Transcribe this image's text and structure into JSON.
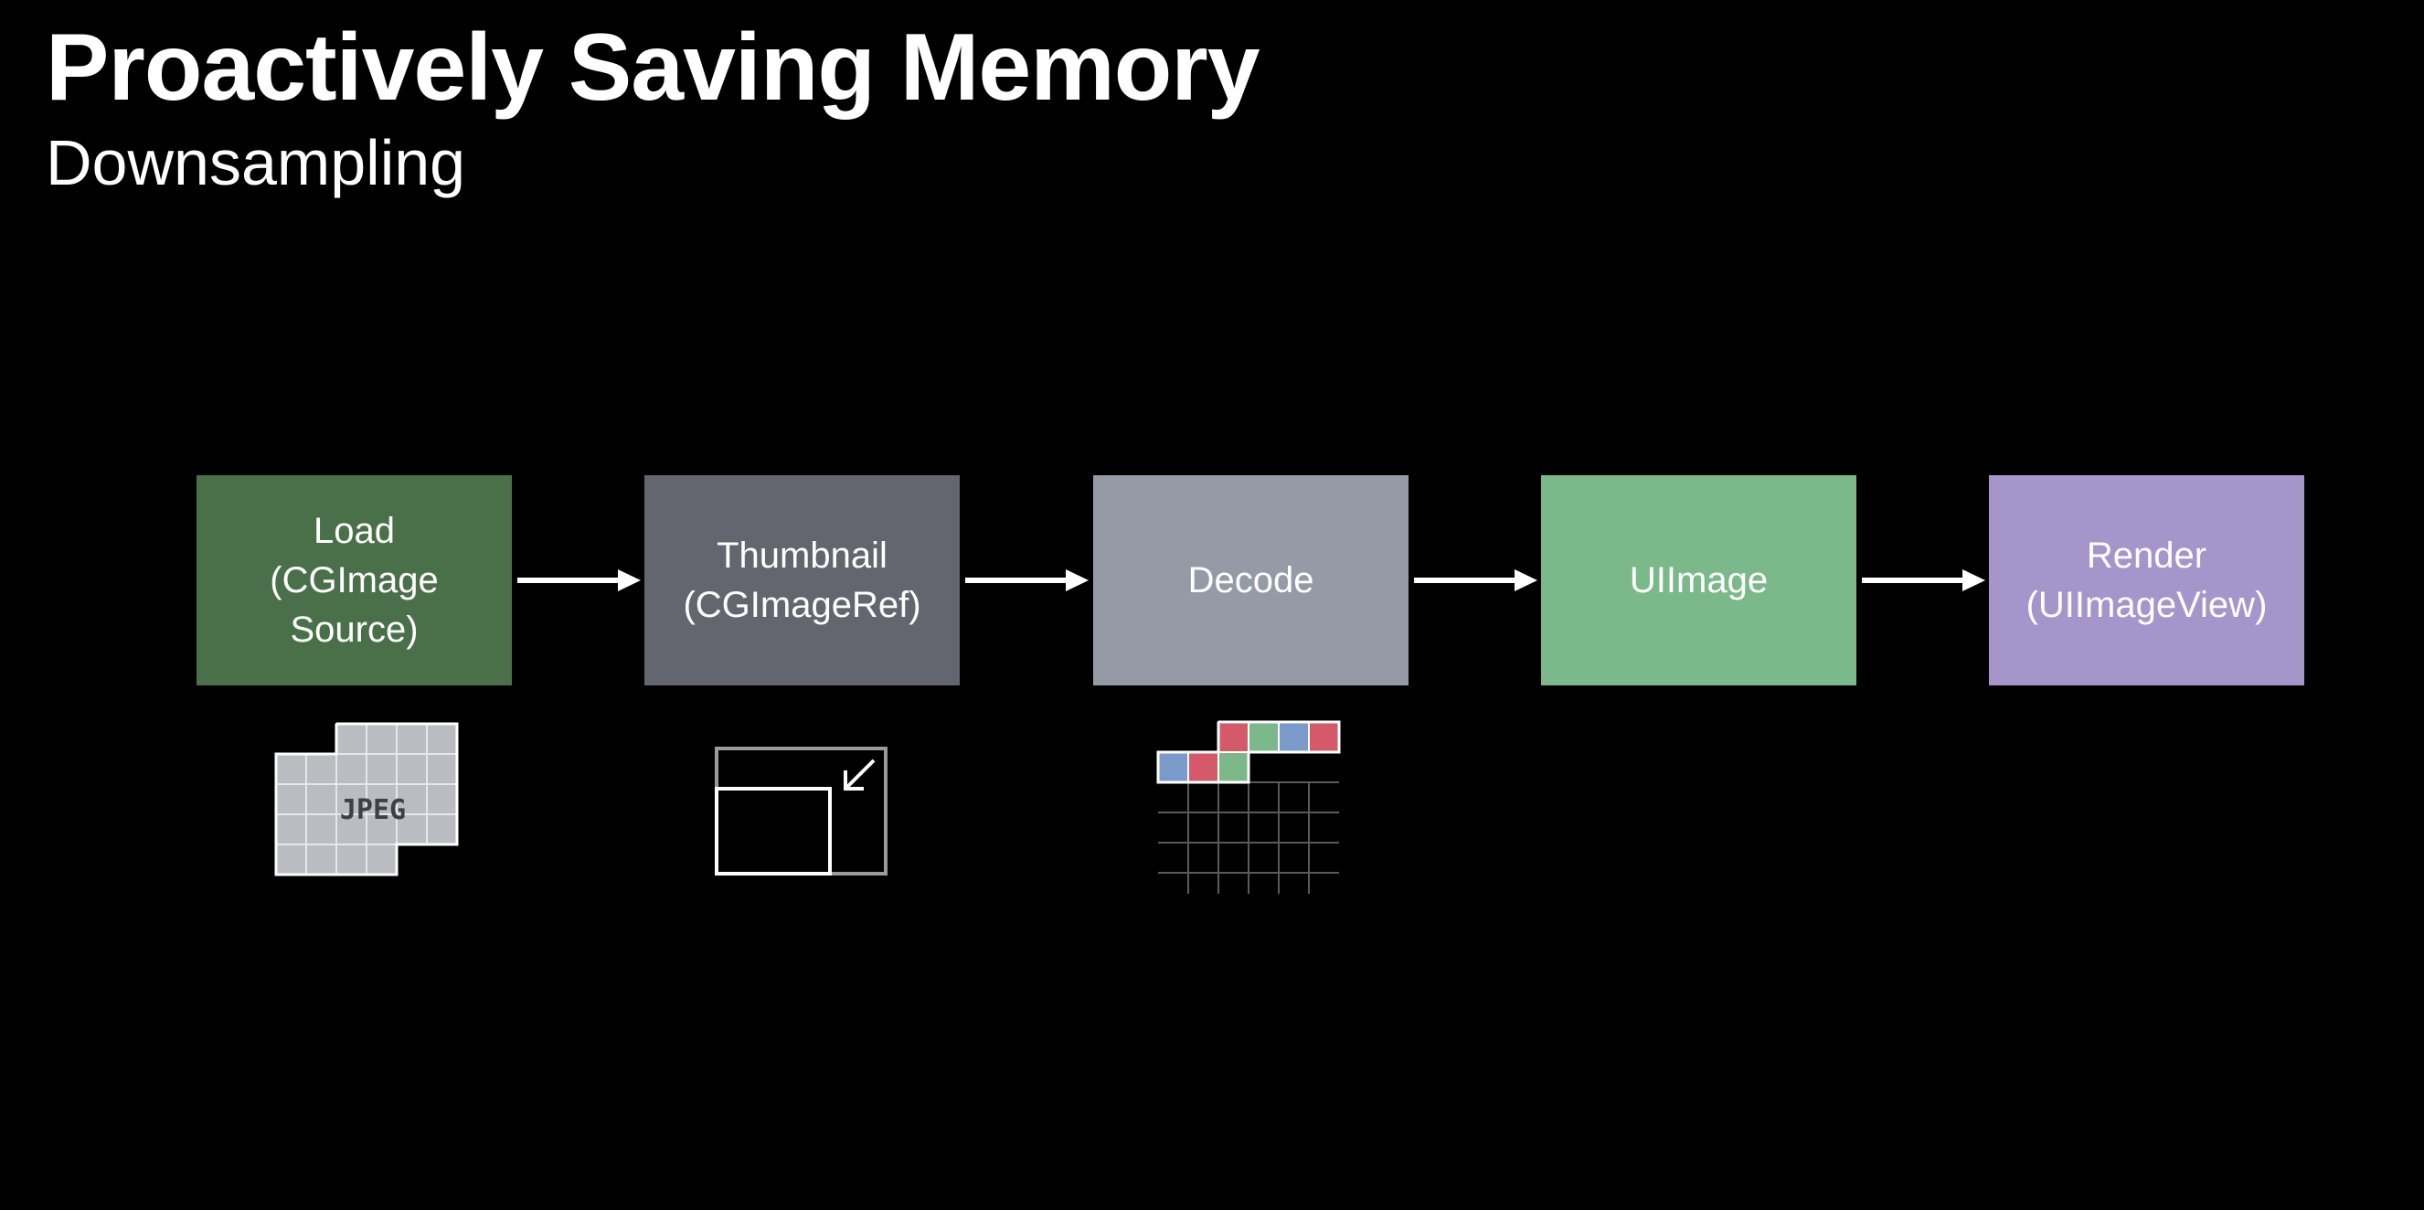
{
  "slide": {
    "title": "Proactively Saving Memory",
    "subtitle": "Downsampling"
  },
  "pipeline": [
    {
      "label": "Load\n(CGImage\nSource)",
      "color": "#4a7049"
    },
    {
      "label": "Thumbnail\n(CGImageRef)",
      "color": "#63666e"
    },
    {
      "label": "Decode",
      "color": "#949ba6"
    },
    {
      "label": "UIImage",
      "color": "#7bb98a"
    },
    {
      "label": "Render\n(UIImageView)",
      "color": "#a595cb"
    }
  ],
  "icons": {
    "jpeg": {
      "name": "jpeg-file-icon",
      "text": "JPEG"
    },
    "thumbnail": {
      "name": "thumbnail-resize-icon"
    },
    "decode": {
      "name": "pixel-buffer-icon"
    }
  },
  "colors": {
    "background": "#000000",
    "pixel_red": "#d45a6a",
    "pixel_green": "#7bb98a",
    "pixel_blue": "#7a9bc9"
  }
}
